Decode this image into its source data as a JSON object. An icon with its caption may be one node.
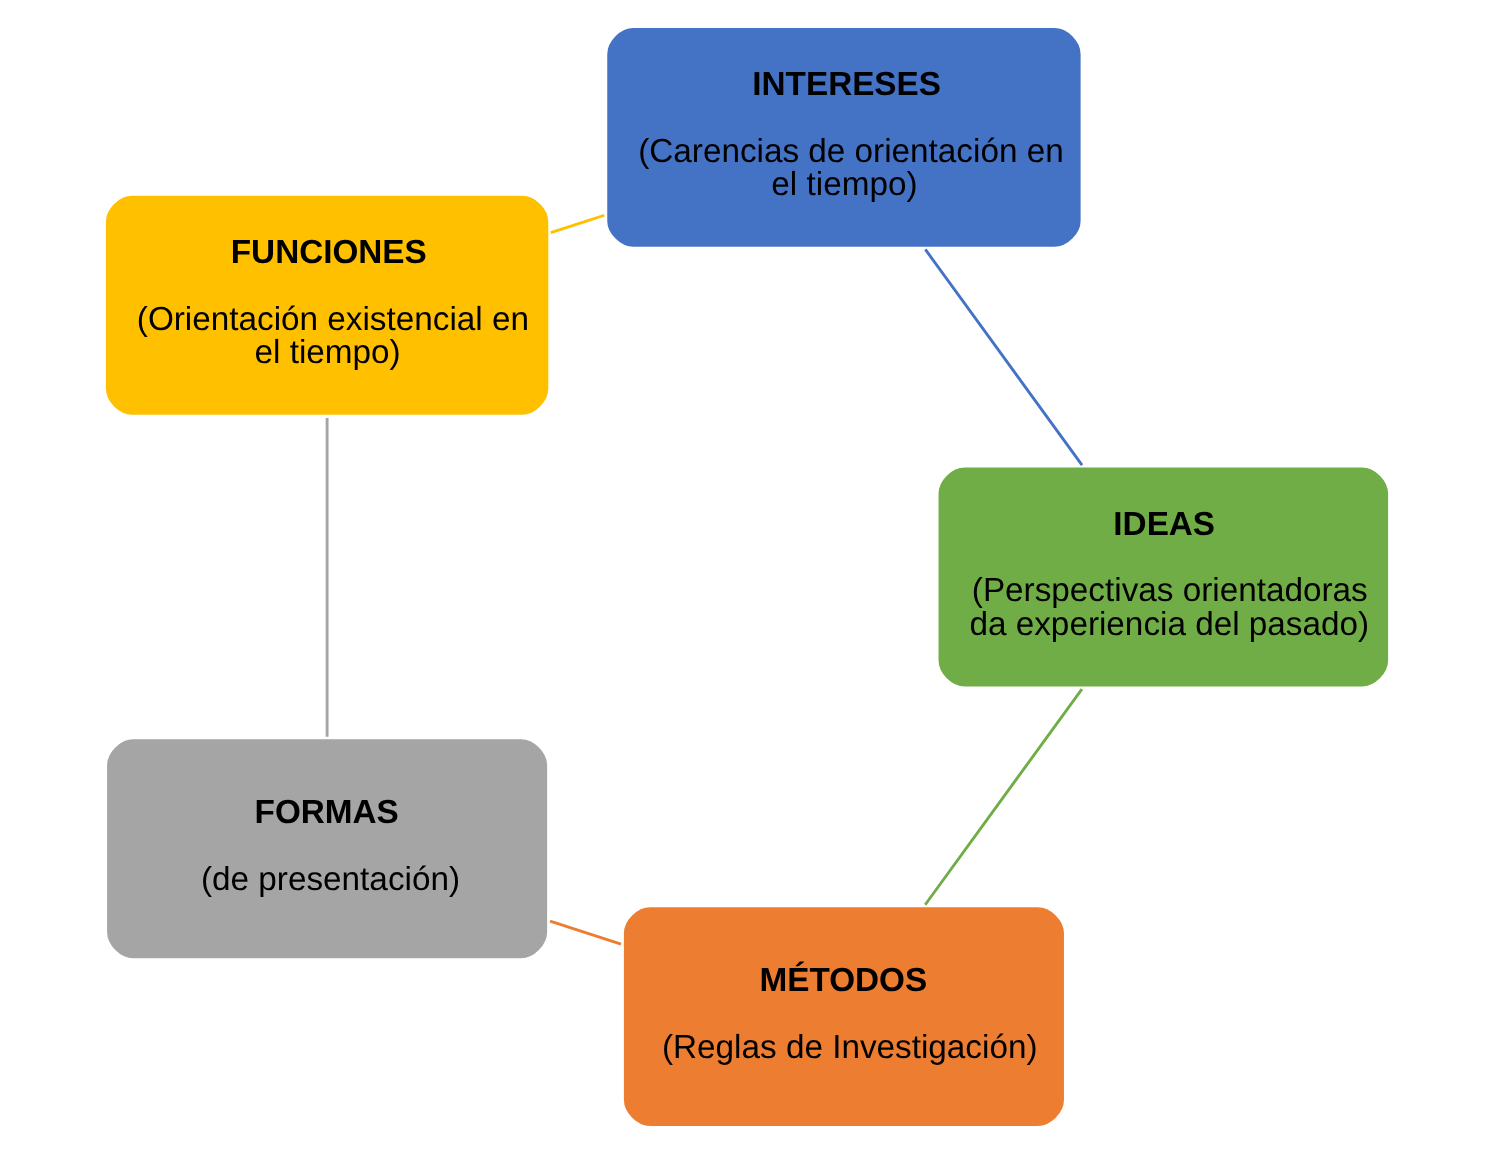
{
  "diagram": {
    "nodes": [
      {
        "text": [
          "MÉTODOS",
          "(Reglas de Investigación)"
        ]
      },
      {
        "text": [
          "IDEAS",
          "(Perspectivas orientadoras da experiencia del pasado)"
        ]
      },
      {
        "text": [
          "FORMAS",
          "(de presentación)"
        ]
      },
      {
        "text": [
          "INTERESES",
          "(Carencias de orientación en el tiempo)"
        ]
      },
      {
        "text": [
          "FUNCIONES",
          "(Orientación existencial en el tiempo)"
        ]
      }
    ],
    "edges": [
      {
        "from": 0,
        "to": 2,
        "arrow": "none",
        "color": "#ed7d31"
      },
      {
        "from": 2,
        "to": 4,
        "arrow": "none",
        "color": "#a5a5a5"
      },
      {
        "from": 4,
        "to": 3,
        "arrow": "none",
        "color": "#ffc000"
      },
      {
        "from": 3,
        "to": 1,
        "arrow": "none",
        "color": "#4472c4"
      },
      {
        "from": 1,
        "to": 0,
        "arrow": "none",
        "color": "#70ad47"
      }
    ]
  }
}
